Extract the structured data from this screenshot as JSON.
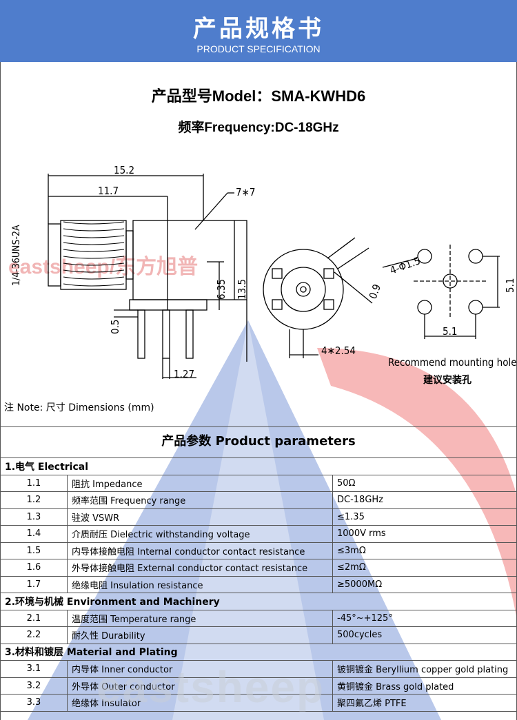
{
  "header": {
    "title_cn": "产品规格书",
    "title_en": "PRODUCT SPECIFICATION"
  },
  "model": {
    "line": "产品型号Model：SMA-KWHD6"
  },
  "frequency": {
    "line": "频率Frequency:DC-18GHz"
  },
  "drawing": {
    "dim_15_2": "15.2",
    "dim_11_7": "11.7",
    "dim_7x7": "7∗7",
    "thread": "1/4-36UNS-2A",
    "dim_6_35": "6.35",
    "dim_13_5": "13.5",
    "dim_0_5": "0.5",
    "dim_1_27": "1.27",
    "dim_0_9": "0.9",
    "dim_4x2_54": "4∗2.54",
    "hole_dia": "4-Φ1.5",
    "dim_5_1_v": "5.1",
    "dim_5_1_h": "5.1",
    "mount_en": "Recommend mounting hole",
    "mount_cn": "建议安装孔"
  },
  "watermark": {
    "top": "eastsheep/东方旭普",
    "bottom": "eastsheep"
  },
  "note": "注 Note:  尺寸 Dimensions (mm)",
  "params_title": "产品参数 Product parameters",
  "sections": [
    {
      "title": "1.电气 Electrical",
      "rows": [
        {
          "no": "1.1",
          "name": "阻抗 Impedance",
          "value": "50Ω"
        },
        {
          "no": "1.2",
          "name": "频率范围 Frequency range",
          "value": "DC-18GHz"
        },
        {
          "no": "1.3",
          "name": "驻波 VSWR",
          "value": "≤1.35"
        },
        {
          "no": "1.4",
          "name": "介质耐压 Dielectric withstanding voltage",
          "value": "1000V rms"
        },
        {
          "no": "1.5",
          "name": "内导体接触电阻 Internal conductor contact resistance",
          "value": "≤3mΩ"
        },
        {
          "no": "1.6",
          "name": "外导体接触电阻 External conductor contact resistance",
          "value": "≤2mΩ"
        },
        {
          "no": "1.7",
          "name": "绝缘电阻  Insulation resistance",
          "value": "≥5000MΩ"
        }
      ]
    },
    {
      "title": "2.环境与机械 Environment and Machinery",
      "rows": [
        {
          "no": "2.1",
          "name": "温度范围 Temperature range",
          "value": "-45°~+125°"
        },
        {
          "no": "2.2",
          "name": "耐久性 Durability",
          "value": "500cycles"
        }
      ]
    },
    {
      "title": "3.材料和镀层 Material and Plating",
      "rows": [
        {
          "no": "3.1",
          "name": "内导体 Inner conductor",
          "value": "铍铜镀金 Beryllium copper gold plating"
        },
        {
          "no": "3.2",
          "name": "外导体 Outer conductor",
          "value": "黄铜镀金  Brass gold plated"
        },
        {
          "no": "3.3",
          "name": "绝缘体 Insulator",
          "value": "聚四氟乙烯 PTFE"
        }
      ]
    }
  ],
  "colors": {
    "header": "#4f7dcc",
    "watermark_red": "#e05a5a",
    "watermark_blue": "#5b7cc4"
  }
}
